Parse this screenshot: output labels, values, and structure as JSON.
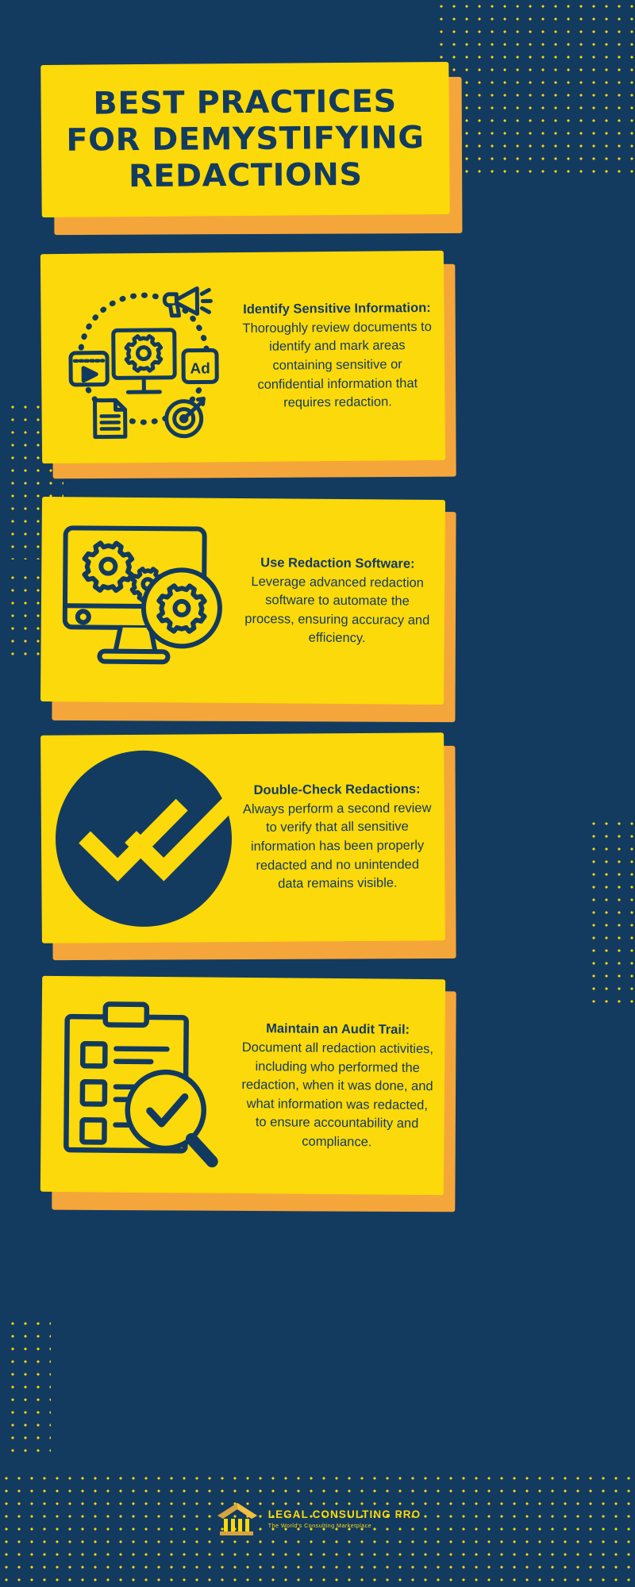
{
  "colors": {
    "background_navy": "#133b60",
    "card_yellow": "#fcd90a",
    "card_shadow_orange": "#f5a63a",
    "text_navy": "#123a5f"
  },
  "header": {
    "title": "BEST PRACTICES FOR DEMYSTIFYING REDACTIONS"
  },
  "cards": [
    {
      "id": "identify-sensitive-information",
      "lead": "Identify Sensitive Information:",
      "body": " Thoroughly review documents to identify and mark areas containing sensitive or confidential information that requires redaction.",
      "icon": "content-review-circle-icon",
      "icon_side": "right"
    },
    {
      "id": "use-redaction-software",
      "lead": "Use Redaction Software:",
      "body": " Leverage advanced redaction software to automate the process, ensuring accuracy and efficiency.",
      "icon": "monitor-gears-search-icon",
      "icon_side": "left"
    },
    {
      "id": "double-check-redactions",
      "lead": "Double-Check Redactions:",
      "body": " Always perform a second review to verify that all sensitive information has been properly redacted and no unintended data remains visible.",
      "icon": "double-check-circle-icon",
      "icon_side": "right"
    },
    {
      "id": "maintain-an-audit-trail",
      "lead": "Maintain an Audit Trail:",
      "body": " Document all redaction activities, including who performed the redaction, when it was done, and what information was redacted, to ensure accountability and compliance.",
      "icon": "checklist-magnifier-icon",
      "icon_side": "left"
    }
  ],
  "footer": {
    "brand_name": "LEGAL CONSULTING PRO",
    "tagline": "The World's Consulting Marketplace",
    "logo_icon": "courthouse-logo-icon"
  }
}
